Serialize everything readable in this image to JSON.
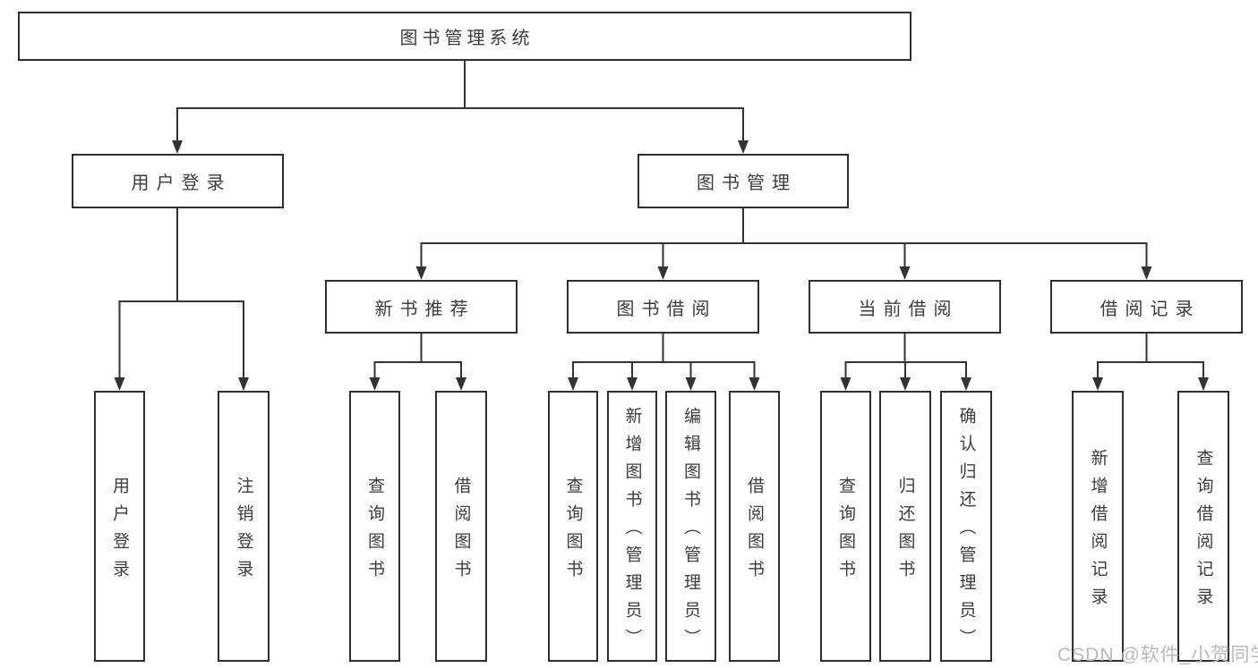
{
  "tree": {
    "root": {
      "label": "图书管理系统"
    },
    "branches": [
      {
        "label": "用户登录",
        "children": [
          {
            "label": "用户登录"
          },
          {
            "label": "注销登录"
          }
        ]
      },
      {
        "label": "图书管理",
        "groups": [
          {
            "label": "新书推荐",
            "children": [
              {
                "label": "查询图书"
              },
              {
                "label": "借阅图书"
              }
            ]
          },
          {
            "label": "图书借阅",
            "children": [
              {
                "label": "查询图书"
              },
              {
                "label": "新增图书（管理员）"
              },
              {
                "label": "编辑图书（管理员）"
              },
              {
                "label": "借阅图书"
              }
            ]
          },
          {
            "label": "当前借阅",
            "children": [
              {
                "label": "查询图书"
              },
              {
                "label": "归还图书"
              },
              {
                "label": "确认归还（管理员）"
              }
            ]
          },
          {
            "label": "借阅记录",
            "children": [
              {
                "label": "新增借阅记录"
              },
              {
                "label": "查询借阅记录"
              }
            ]
          }
        ]
      }
    ]
  },
  "watermark": {
    "text": "CSDN @软件_小贺同学"
  },
  "colors": {
    "line": "#333333",
    "box_border": "#2f2f2f",
    "box_fill": "#ffffff",
    "text": "#3c3c3c",
    "watermark": "#b9b9b9"
  }
}
